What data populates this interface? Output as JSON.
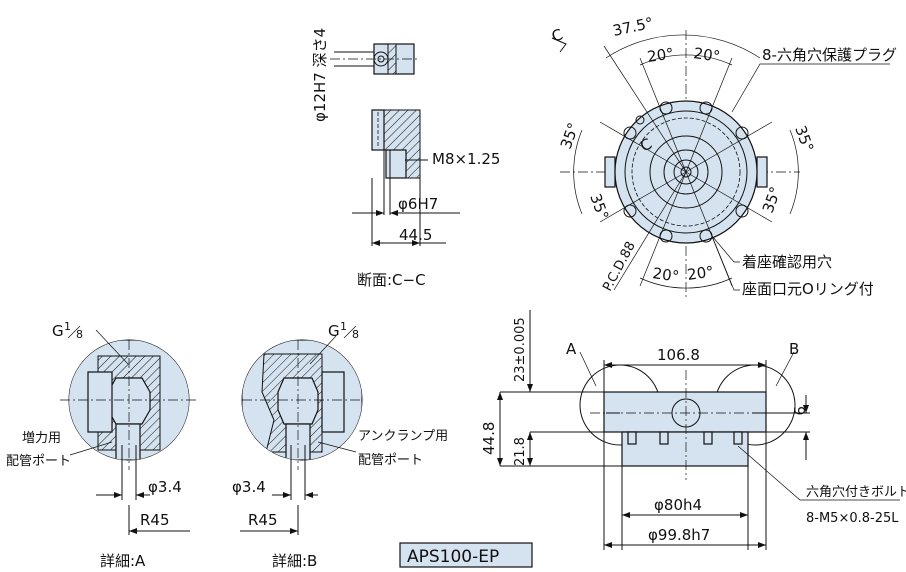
{
  "section_cc": {
    "depth_note": "φ12H7 深さ4",
    "thread": "M8×1.25",
    "hole": "φ6H7",
    "dim": "44.5",
    "caption": "断面:C−C"
  },
  "top_view": {
    "angle_top": "37.5°",
    "angle_20_left": "20°",
    "angle_20_right": "20°",
    "angle_35_ul": "35°",
    "angle_35_ur": "35°",
    "angle_35_ll": "35°",
    "angle_35_lr": "35°",
    "angle_20_bl": "20°",
    "angle_20_br": "20°",
    "pcd": "P.C.D.88",
    "label_c_top": "C",
    "label_c_mid": "C",
    "plug_note": "8-六角穴保護プラグ",
    "seat_note_1": "着座確認用穴",
    "seat_note_2": "座面口元Oリング付"
  },
  "detail_a": {
    "port": "G",
    "port_frac_num": "1",
    "port_frac_den": "8",
    "note_1": "増力用",
    "note_2": "配管ポート",
    "dia": "φ3.4",
    "radius": "R45",
    "caption": "詳細:A"
  },
  "detail_b": {
    "port": "G",
    "port_frac_num": "1",
    "port_frac_den": "8",
    "note_1": "アンクランプ用",
    "note_2": "配管ポート",
    "dia": "φ3.4",
    "radius": "R45",
    "caption": "詳細:B"
  },
  "side_view": {
    "label_a": "A",
    "label_b": "B",
    "width": "106.8",
    "top_tol": "23±0.005",
    "height": "44.8",
    "lower": "21.8",
    "right_dim": "9",
    "dia_80": "φ80h4",
    "dia_99": "φ99.8h7",
    "bolt_note_1": "六角穴付きボルト",
    "bolt_note_2": "8-M5×0.8-25L"
  },
  "model_name": "APS100-EP"
}
